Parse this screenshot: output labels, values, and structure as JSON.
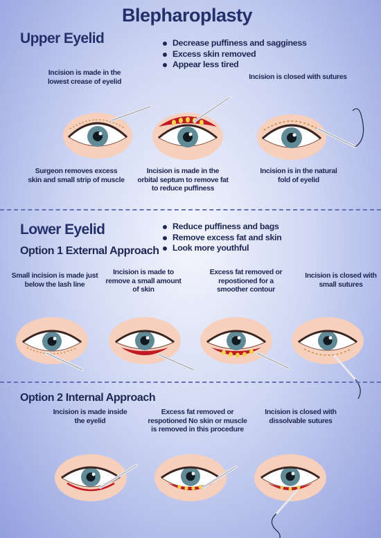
{
  "title": "Blepharoplasty",
  "upper": {
    "heading": "Upper Eyelid",
    "bullets": [
      "Decrease puffiness and sagginess",
      "Excess skin removed",
      "Appear less tired"
    ],
    "captions_top": [
      "Incision is made in the lowest crease of eyelid",
      "Incision is closed with sutures"
    ],
    "captions_bottom": [
      "Surgeon removes excess skin and small strip of muscle",
      "Incision is made in the orbital septum to remove fat to reduce puffiness",
      "Incision is in the natural fold of eyelid"
    ]
  },
  "lower": {
    "heading": "Lower Eyelid",
    "option1_heading": "Option 1 External Approach",
    "bullets": [
      "Reduce puffiness and bags",
      "Remove excess fat and skin",
      "Look more youthful"
    ],
    "captions": [
      "Small incision is made just below the lash line",
      "Incision is made to remove a small amount of skin",
      "Excess fat removed or repostioned for a smoother contour",
      "Incision is closed with small sutures"
    ]
  },
  "option2": {
    "heading": "Option 2 Internal Approach",
    "captions": [
      "Incision is made inside the eyelid",
      "Excess fat removed or respotioned No skin or muscle is removed in this procedure",
      "Incision is closed with dissolvable sutures"
    ]
  },
  "colors": {
    "heading": "#25306a",
    "text": "#1e2652",
    "skin": "#f7d3c1",
    "iris": "#5f8a96",
    "incision": "#c01a22",
    "fat": "#f2d24a",
    "divider": "#6471b3"
  }
}
